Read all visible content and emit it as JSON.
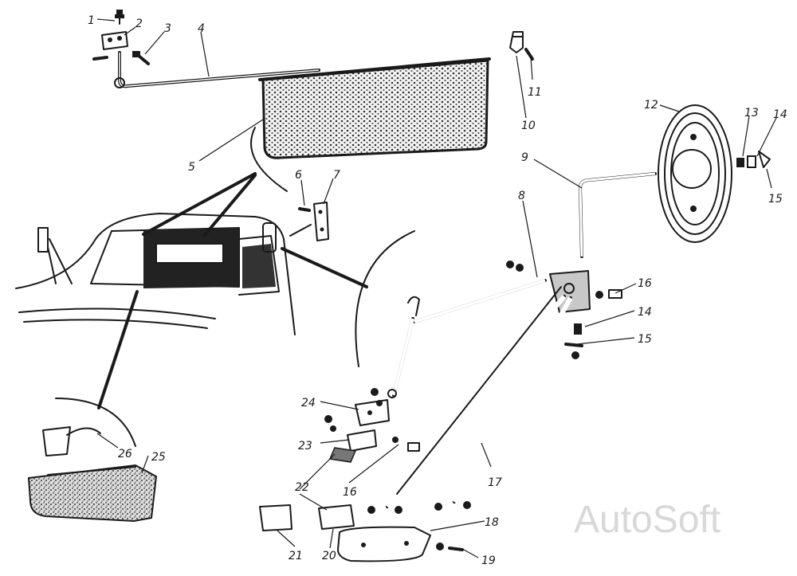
{
  "labels": {
    "n1": "1",
    "n2": "2",
    "n3": "3",
    "n4": "4",
    "n5": "5",
    "n6": "6",
    "n7": "7",
    "n8": "8",
    "n9": "9",
    "n10": "10",
    "n11": "11",
    "n12": "12",
    "n13": "13",
    "n14a": "14",
    "n14b": "14",
    "n15a": "15",
    "n15b": "15",
    "n16a": "16",
    "n16b": "16",
    "n17": "17",
    "n18": "18",
    "n19": "19",
    "n20": "20",
    "n21": "21",
    "n22": "22",
    "n23": "23",
    "n24": "24",
    "n25": "25",
    "n26": "26"
  },
  "watermark": "AutoSoft"
}
